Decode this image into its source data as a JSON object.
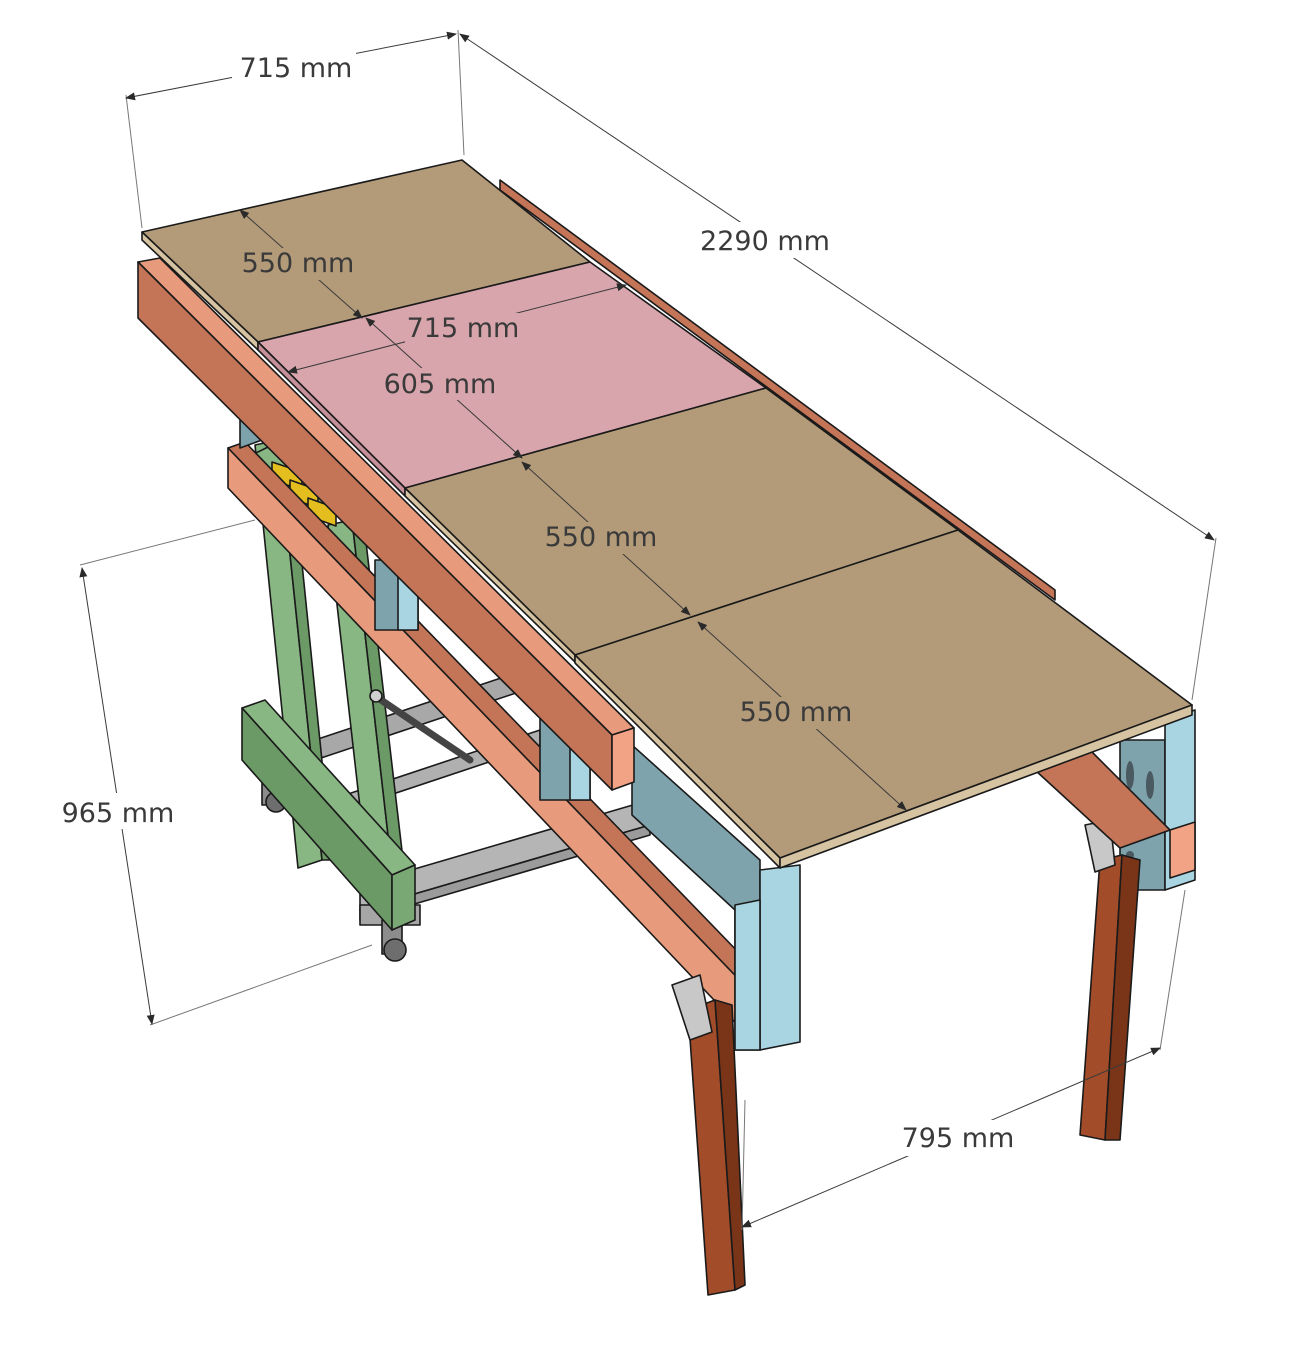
{
  "dimensions": {
    "top_width": "715 mm",
    "total_length": "2290 mm",
    "panel_1": "550 mm",
    "insert_width": "715 mm",
    "insert_depth": "605 mm",
    "panel_2": "550 mm",
    "panel_3": "550 mm",
    "height": "965 mm",
    "leg_span": "795 mm"
  },
  "colors": {
    "mdf_top": "#b39b79",
    "mdf_top_edge": "#d6c3a2",
    "insert_panel": "#d9a5ad",
    "rail_face": "#c47558",
    "rail_top": "#e89b7c",
    "rail_end": "#f2a385",
    "post_face": "#7fa3ad",
    "post_light": "#a9d4e2",
    "cart_green": "#89b783",
    "cart_green_dark": "#6b9a66",
    "cart_yellow": "#e4bd1f",
    "cart_gray": "#a8a8a8",
    "leg_brown": "#a24c2a",
    "leg_dark": "#7a3519",
    "bracket": "#b8b8b8"
  }
}
